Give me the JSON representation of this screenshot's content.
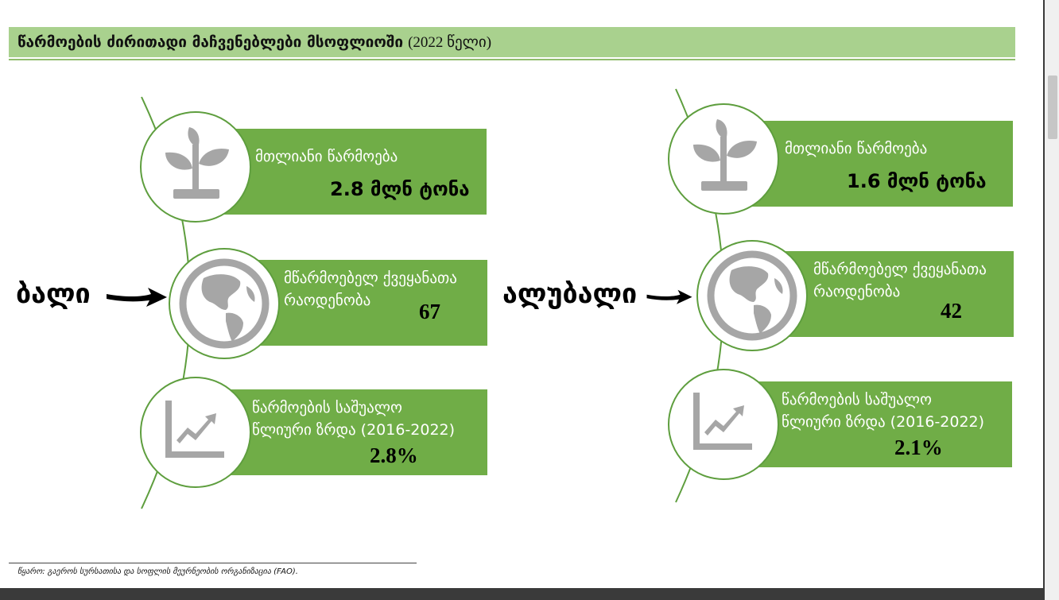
{
  "header": {
    "title_main": "წარმოების ძირითადი მაჩვენებლები მსოფლიოში",
    "title_year": "(2022 წელი)"
  },
  "left": {
    "product": "ბალი",
    "total_label": "მთლიანი წარმოება",
    "total_value": "2.8 მლნ ტონა",
    "countries_label_1": "მწარმოებელ ქვეყანათა",
    "countries_label_2": "რაოდენობა",
    "countries_value": "67",
    "growth_label_1": "წარმოების საშუალო",
    "growth_label_2": "წლიური ზრდა (2016-2022)",
    "growth_value": "2.8%"
  },
  "right": {
    "product": "ალუბალი",
    "total_label": "მთლიანი წარმოება",
    "total_value": "1.6 მლნ ტონა",
    "countries_label_1": "მწარმოებელ ქვეყანათა",
    "countries_label_2": "რაოდენობა",
    "countries_value": "42",
    "growth_label_1": "წარმოების საშუალო",
    "growth_label_2": "წლიური ზრდა (2016-2022)",
    "growth_value": "2.1%"
  },
  "source": "წყარო: გაეროს სურსათისა და სოფლის მეურნეობის ორგანიზაცია (FAO).",
  "colors": {
    "header_green": "#a9d18e",
    "card_green": "#70ad47",
    "icon_gray": "#a6a6a6"
  },
  "icons": [
    "plant-icon",
    "globe-icon",
    "growth-chart-icon",
    "arrow-icon"
  ]
}
